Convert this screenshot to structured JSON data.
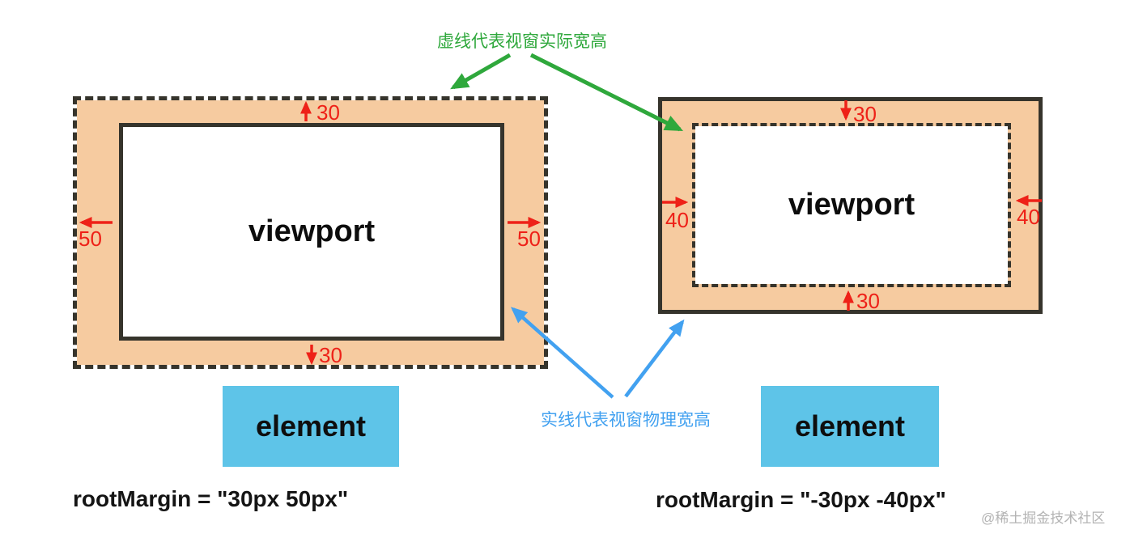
{
  "notes": {
    "dashed": "虚线代表视窗实际宽高",
    "solid": "实线代表视窗物理宽高"
  },
  "left_diagram": {
    "viewport_label": "viewport",
    "element_label": "element",
    "caption": "rootMargin = \"30px 50px\"",
    "margin_top": "30",
    "margin_bottom": "30",
    "margin_left": "50",
    "margin_right": "50"
  },
  "right_diagram": {
    "viewport_label": "viewport",
    "element_label": "element",
    "caption": "rootMargin = \"-30px -40px\"",
    "margin_top": "30",
    "margin_bottom": "30",
    "margin_left": "40",
    "margin_right": "40"
  },
  "watermark": "@稀土掘金技术社区",
  "colors": {
    "margin_fill": "#f6cba0",
    "border_dark": "#36342c",
    "red": "#ee2118",
    "green": "#2fa83c",
    "blue": "#42a1f0",
    "element_fill": "#5ec4e8"
  }
}
